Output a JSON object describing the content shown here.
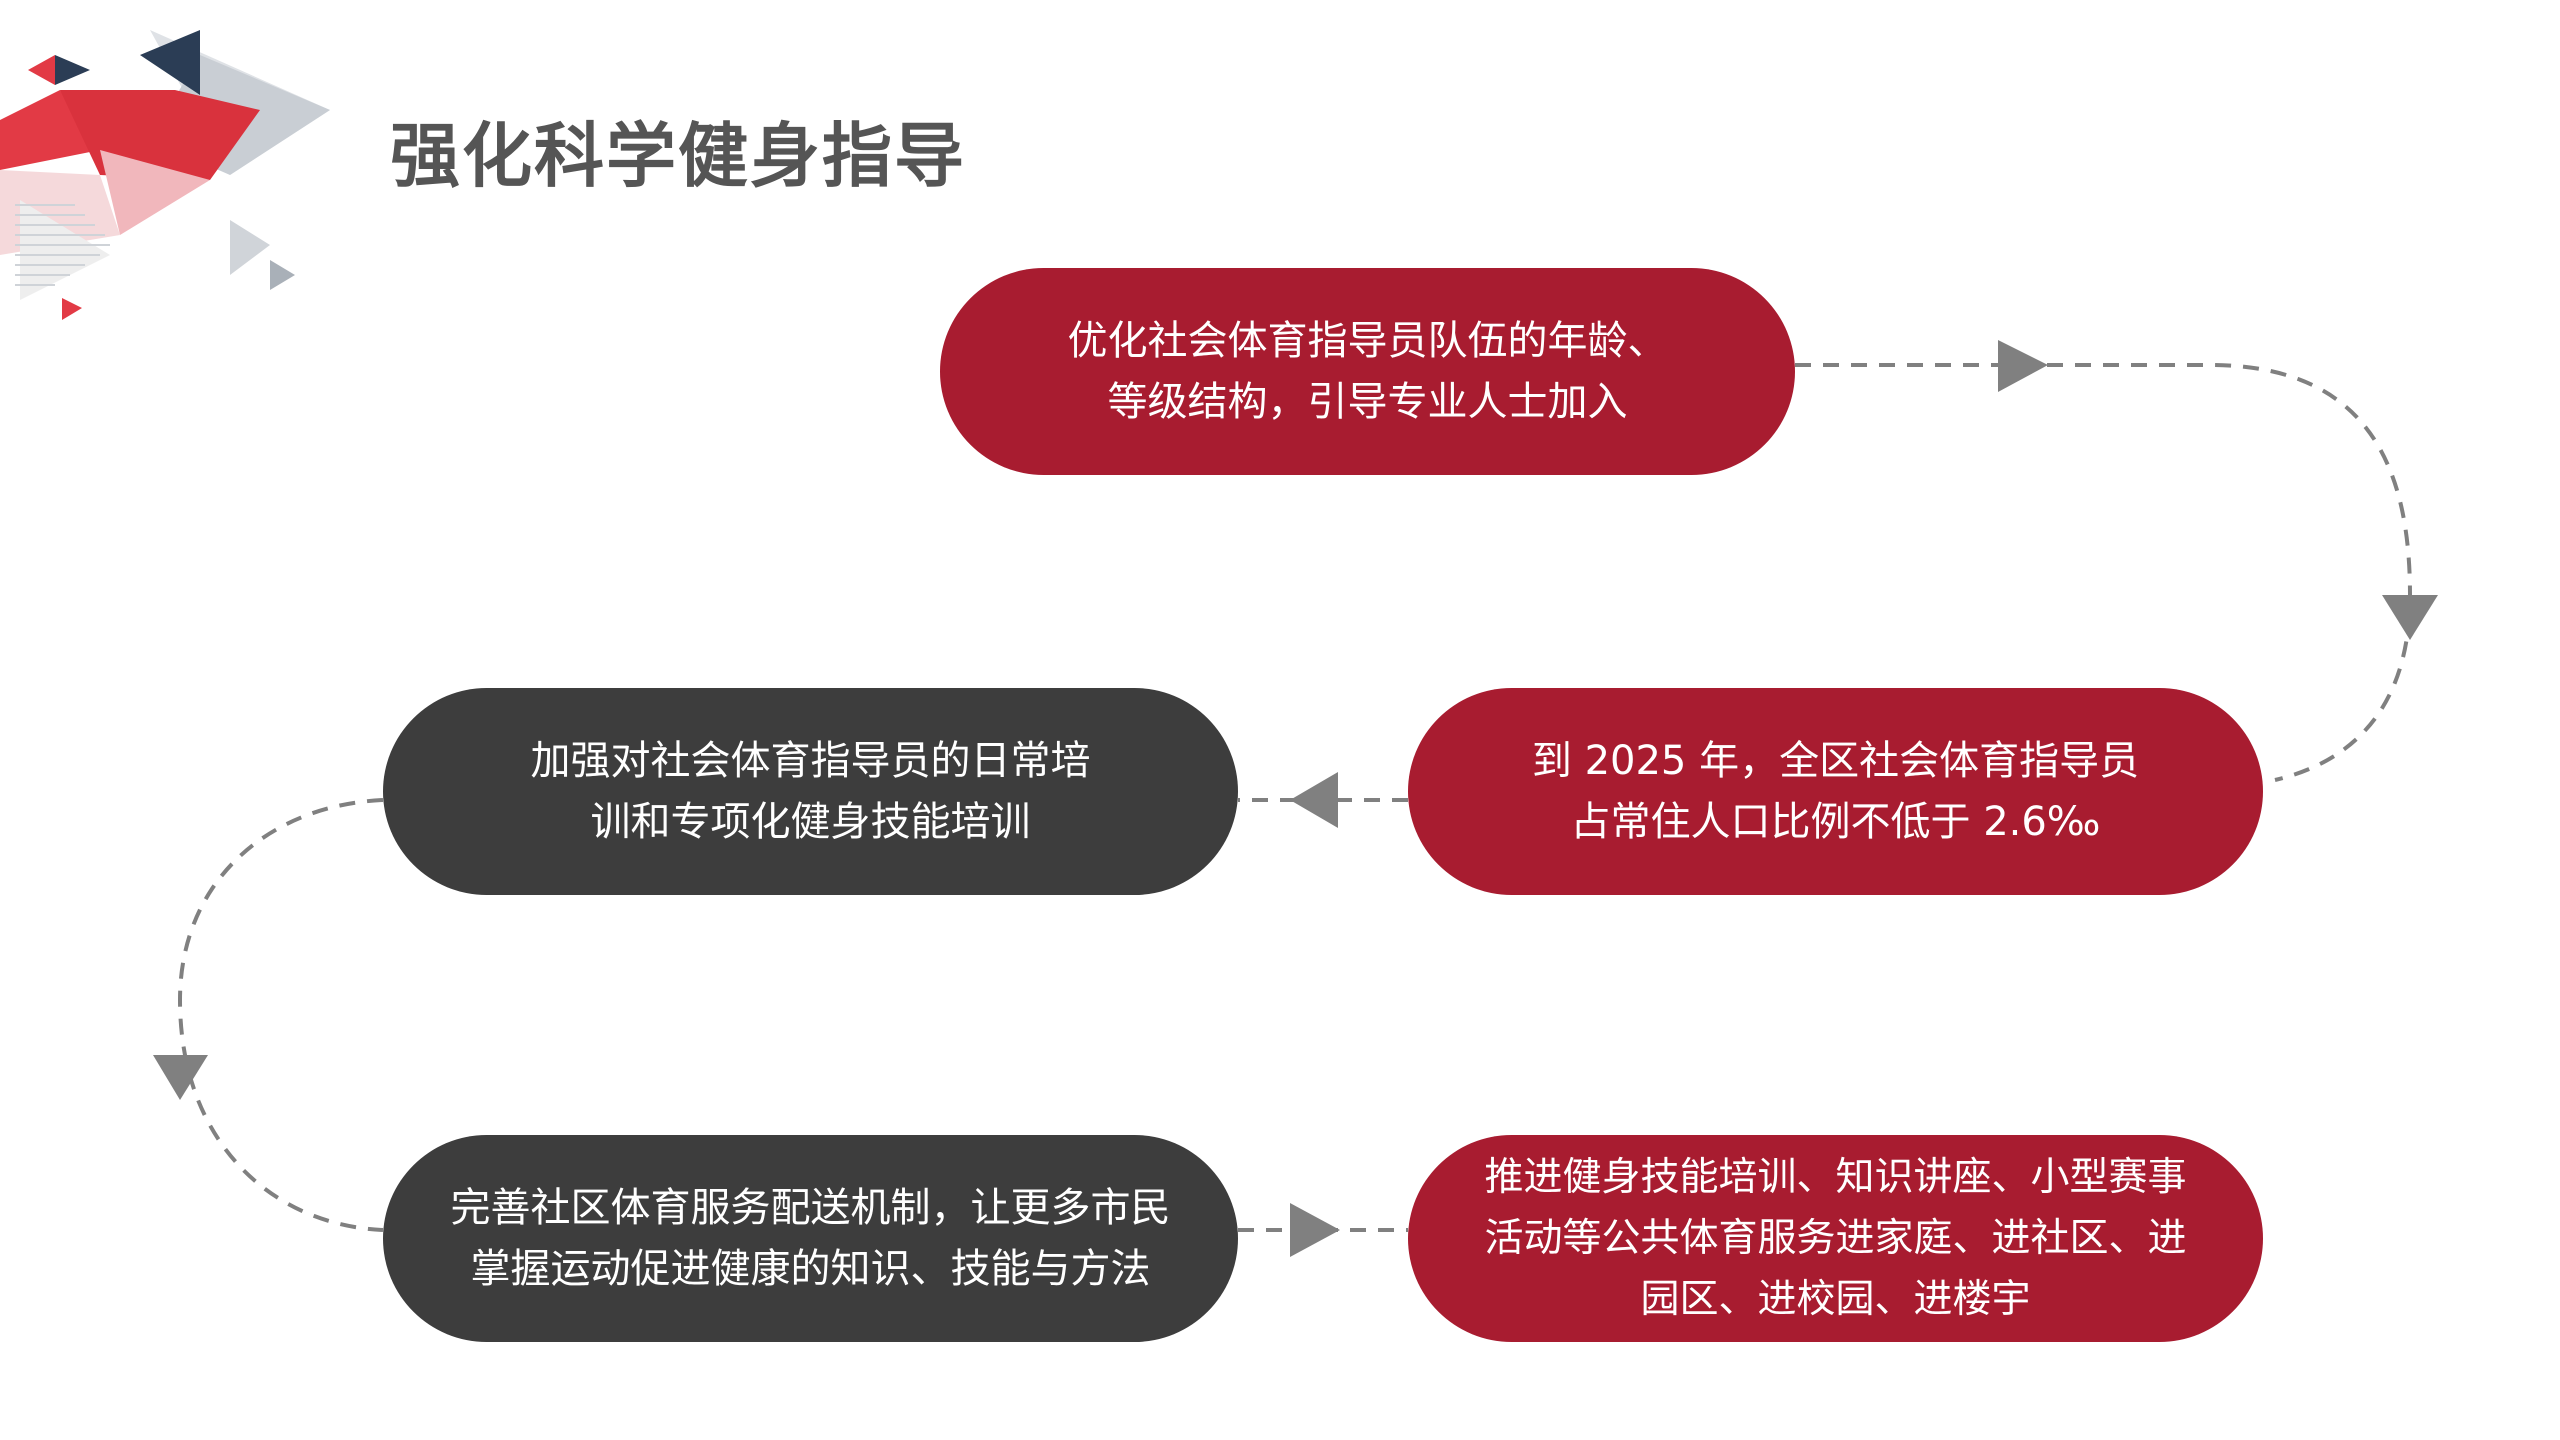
{
  "title": "强化科学健身指导",
  "colors": {
    "red": "#a81c30",
    "dark": "#3d3d3d",
    "connector": "#808080",
    "title": "#555555"
  },
  "steps": [
    {
      "style": "red",
      "lines": [
        "优化社会体育指导员队伍的年龄、",
        "等级结构，引导专业人士加入"
      ]
    },
    {
      "style": "red",
      "lines": [
        "到 2025 年，全区社会体育指导员",
        "占常住人口比例不低于 2.6‰"
      ]
    },
    {
      "style": "dark",
      "lines": [
        "加强对社会体育指导员的日常培",
        "训和专项化健身技能培训"
      ]
    },
    {
      "style": "dark",
      "lines": [
        "完善社区体育服务配送机制，让更多市民",
        "掌握运动促进健康的知识、技能与方法"
      ]
    },
    {
      "style": "red",
      "lines": [
        "推进健身技能培训、知识讲座、小型赛事",
        "活动等公共体育服务进家庭、进社区、进",
        "园区、进校园、进楼宇"
      ]
    }
  ]
}
